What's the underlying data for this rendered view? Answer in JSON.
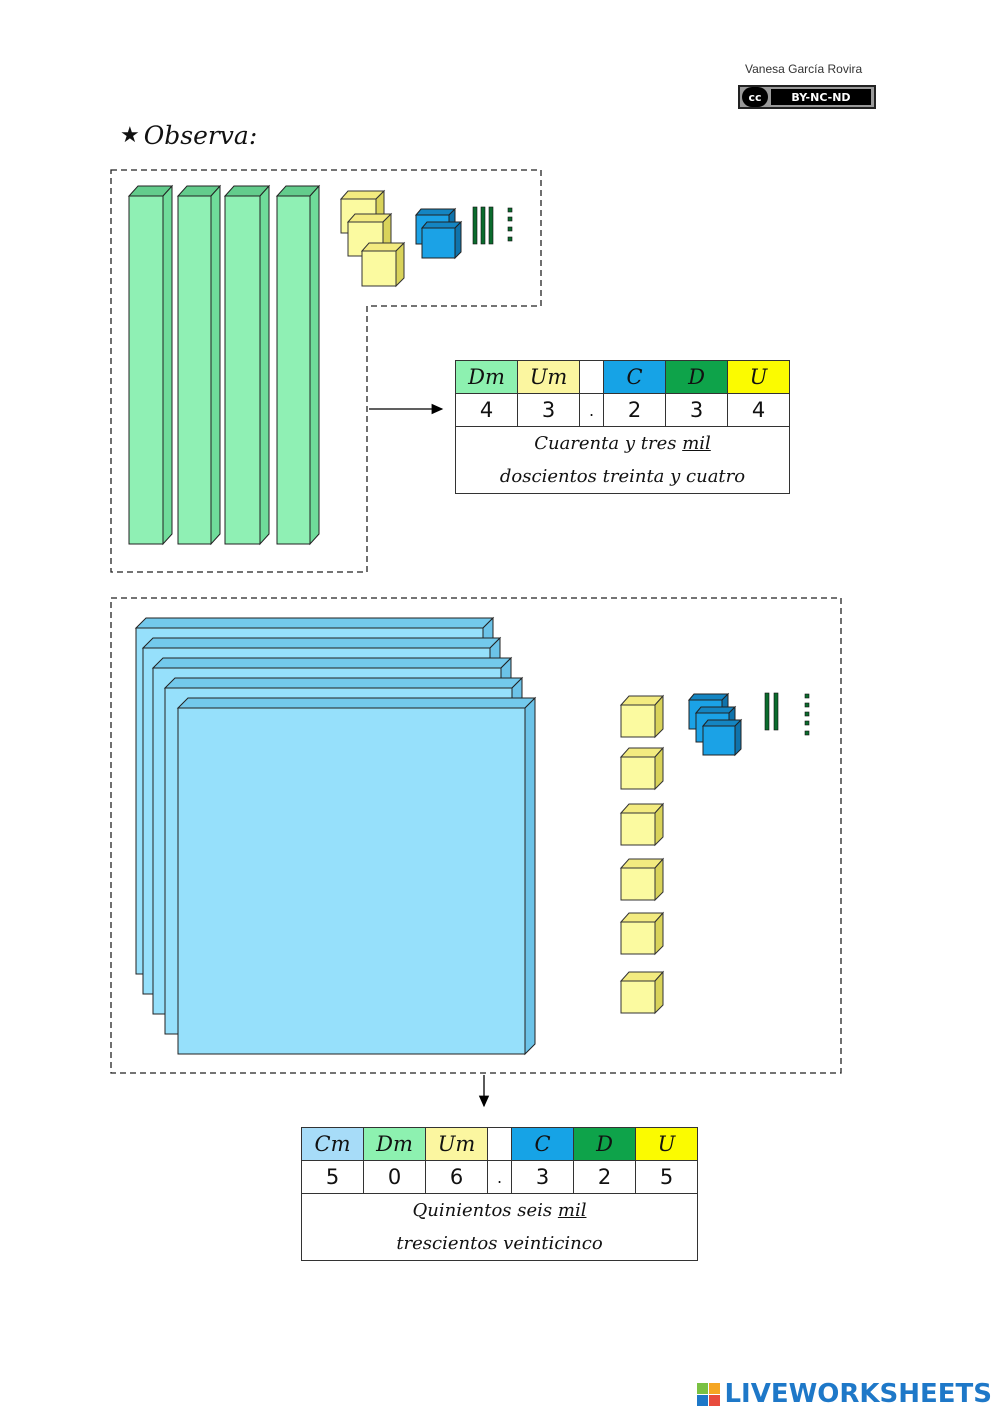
{
  "header": {
    "author": "Vanesa García Rovira",
    "license_cc": "cc",
    "license_text": "BY-NC-ND",
    "instruction": "Observa:",
    "star_icon": "star-icon"
  },
  "colors": {
    "green_block": "#8ff0b4",
    "blue_block": "#96e0fb",
    "yellow_cube": "#fbfaa0",
    "blue_cube": "#1ba2e6",
    "dark_green_rod": "#0b6b2d",
    "hdr_cm": "#a7dcf8",
    "hdr_dm": "#8df1b0",
    "hdr_um": "#fbf6a0",
    "hdr_c": "#16a3e6",
    "hdr_d": "#0ea34a",
    "hdr_u": "#fbfb00"
  },
  "example1": {
    "headers": [
      "Dm",
      "Um",
      "",
      "C",
      "D",
      "U"
    ],
    "digits": [
      "4",
      "3",
      ".",
      "2",
      "3",
      "4"
    ],
    "words_line1_pre": "Cuarenta y tres ",
    "words_line1_mil": "mil",
    "words_line2": "doscientos treinta y cuatro",
    "blocks": {
      "tall_green_bars": 4,
      "yellow_cubes": 3,
      "blue_cubes": 2,
      "dark_rods": 3,
      "dots": 4
    }
  },
  "example2": {
    "headers": [
      "Cm",
      "Dm",
      "Um",
      "",
      "C",
      "D",
      "U"
    ],
    "digits": [
      "5",
      "0",
      "6",
      ".",
      "3",
      "2",
      "5"
    ],
    "words_line1_pre": "Quinientos seis ",
    "words_line1_mil": "mil",
    "words_line2": "trescientos veinticinco",
    "blocks": {
      "large_blue_plates": 5,
      "yellow_cubes": 6,
      "blue_cubes": 3,
      "dark_rods": 2,
      "dots": 5
    }
  },
  "footer": {
    "brand": "LIVEWORKSHEETS"
  }
}
